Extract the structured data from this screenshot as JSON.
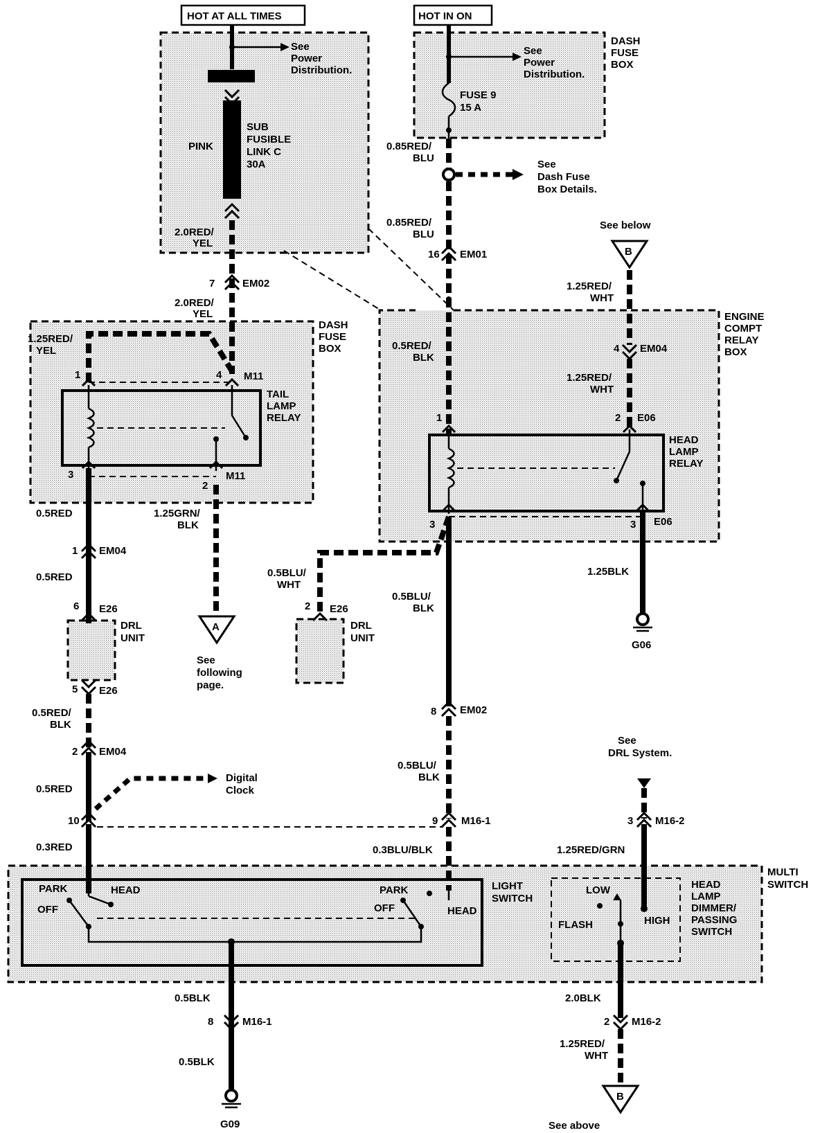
{
  "headers": {
    "hot_all_times": "HOT AT ALL TIMES",
    "hot_in_on": "HOT IN ON"
  },
  "refs": {
    "see_power_dist_1": [
      "See",
      "Power",
      "Distribution."
    ],
    "see_power_dist_2": [
      "See",
      "Power",
      "Distribution."
    ],
    "see_dash_fuse_details": [
      "See",
      "Dash Fuse",
      "Box Details."
    ],
    "see_below": "See below",
    "see_following": [
      "See",
      "following",
      "page."
    ],
    "digital_clock": [
      "Digital",
      "Clock"
    ],
    "see_drl_system": [
      "See",
      "DRL System."
    ],
    "see_above": "See above"
  },
  "components": {
    "dash_fuse_box_top": [
      "DASH",
      "FUSE",
      "BOX"
    ],
    "fuse9": [
      "FUSE 9",
      "15 A"
    ],
    "sub_fusible": [
      "SUB",
      "FUSIBLE",
      "LINK C",
      "30A"
    ],
    "pink": "PINK",
    "dash_fuse_box_left": [
      "DASH",
      "FUSE",
      "BOX"
    ],
    "tail_lamp_relay": [
      "TAIL",
      "LAMP",
      "RELAY"
    ],
    "engine_compt": [
      "ENGINE",
      "COMPT",
      "RELAY",
      "BOX"
    ],
    "head_lamp_relay": [
      "HEAD",
      "LAMP",
      "RELAY"
    ],
    "drl_unit_1": [
      "DRL",
      "UNIT"
    ],
    "drl_unit_2": [
      "DRL",
      "UNIT"
    ],
    "multi_switch": [
      "MULTI",
      "SWITCH"
    ],
    "light_switch": [
      "LIGHT",
      "SWITCH"
    ],
    "dimmer_switch": [
      "HEAD",
      "LAMP",
      "DIMMER/",
      "PASSING",
      "SWITCH"
    ],
    "park_left": "PARK",
    "head_left": "HEAD",
    "off_left": "OFF",
    "park_right": "PARK",
    "off_right": "OFF",
    "head_right": "HEAD",
    "low": "LOW",
    "flash": "FLASH",
    "high": "HIGH"
  },
  "wires": {
    "w_20red_yel_1": [
      "2.0RED/",
      "YEL"
    ],
    "w_20red_yel_2": [
      "2.0RED/",
      "YEL"
    ],
    "w_085red_blu_1": [
      "0.85RED/",
      "BLU"
    ],
    "w_085red_blu_2": [
      "0.85RED/",
      "BLU"
    ],
    "w_05red_blk_top": [
      "0.5RED/",
      "BLK"
    ],
    "w_125red_wht_1": [
      "1.25RED/",
      "WHT"
    ],
    "w_125red_wht_2": [
      "1.25RED/",
      "WHT"
    ],
    "w_125red_yel": [
      "1.25RED/",
      "YEL"
    ],
    "w_05red_1": "0.5RED",
    "w_125grn_blk": [
      "1.25GRN/",
      "BLK"
    ],
    "w_05red_2": "0.5RED",
    "w_05blu_wht": [
      "0.5BLU/",
      "WHT"
    ],
    "w_05blu_blk_1": [
      "0.5BLU/",
      "BLK"
    ],
    "w_125blk": "1.25BLK",
    "w_05red_blk": [
      "0.5RED/",
      "BLK"
    ],
    "w_05blu_blk_2": [
      "0.5BLU/",
      "BLK"
    ],
    "w_05red_3": "0.5RED",
    "w_03red": "0.3RED",
    "w_03blu_blk": "0.3BLU/BLK",
    "w_125red_grn": "1.25RED/GRN",
    "w_05blk_1": "0.5BLK",
    "w_05blk_2": "0.5BLK",
    "w_20blk": "2.0BLK",
    "w_125red_wht_3": [
      "1.25RED/",
      "WHT"
    ]
  },
  "connectors": {
    "em02_a": "EM02",
    "em02_a_pin": "7",
    "em01": "EM01",
    "em01_pin": "16",
    "m11_top": "M11",
    "m11_top_pin": "4",
    "m11_pin1": "1",
    "m11_bot": "M11",
    "m11_bot_pin": "2",
    "m11_pin3": "3",
    "em04_top": "EM04",
    "em04_top_pin": "4",
    "e06_top": "E06",
    "e06_top_pin": "2",
    "e06_pin1": "1",
    "e06_bot": "E06",
    "e06_bot_pin": "3",
    "e06_pin3": "3",
    "em04_mid": "EM04",
    "em04_mid_pin": "1",
    "e26_a": "E26",
    "e26_a_pin": "6",
    "e26_b": "E26",
    "e26_b_pin": "2",
    "e26_c": "E26",
    "e26_c_pin": "5",
    "em02_b": "EM02",
    "em02_b_pin": "8",
    "em04_low": "EM04",
    "em04_low_pin": "2",
    "m16_1_a": "M16-1",
    "m16_1_a_pin": "9",
    "m16_left_pin": "10",
    "m16_2_a": "M16-2",
    "m16_2_a_pin": "3",
    "m16_1_b": "M16-1",
    "m16_1_b_pin": "8",
    "m16_2_b": "M16-2",
    "m16_2_b_pin": "2"
  },
  "grounds": {
    "g06": "G06",
    "g09": "G09"
  },
  "terminals": {
    "a": "A",
    "b_top": "B",
    "b_bottom": "B"
  }
}
